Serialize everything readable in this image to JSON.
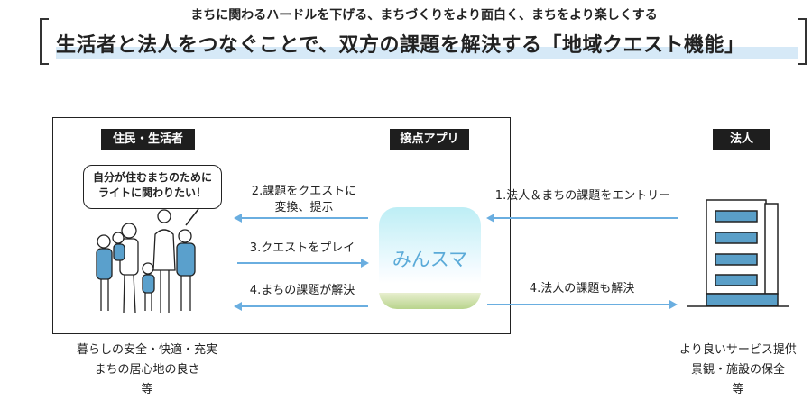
{
  "header": {
    "subtitle": "まちに関わるハードルを下げる、まちづくりをより面白く、まちをより楽しくする",
    "title": "生活者と法人をつなぐことで、双方の課題を解決する「地域クエスト機能」"
  },
  "residents": {
    "tag": "住民・生活者",
    "bubble_line1": "自分が住むまちのために",
    "bubble_line2": "ライトに関わりたい！",
    "benefits": [
      "暮らしの安全・快適・充実",
      "まちの居心地の良さ",
      "等"
    ]
  },
  "app": {
    "tag": "接点アプリ",
    "name": "みんスマ"
  },
  "corporate": {
    "tag": "法人",
    "benefits": [
      "より良いサービス提供",
      "景観・施設の保全",
      "等"
    ]
  },
  "flows": {
    "step1": "1.法人＆まちの課題をエントリー",
    "step2_line1": "2.課題をクエストに",
    "step2_line2": "変換、提示",
    "step3": "3.クエストをプレイ",
    "step4a": "4.まちの課題が解決",
    "step4b": "4.法人の課題も解決"
  },
  "colors": {
    "arrow": "#6aaee0",
    "accent": "#d6e9f7",
    "building": "#5a9fc8"
  }
}
